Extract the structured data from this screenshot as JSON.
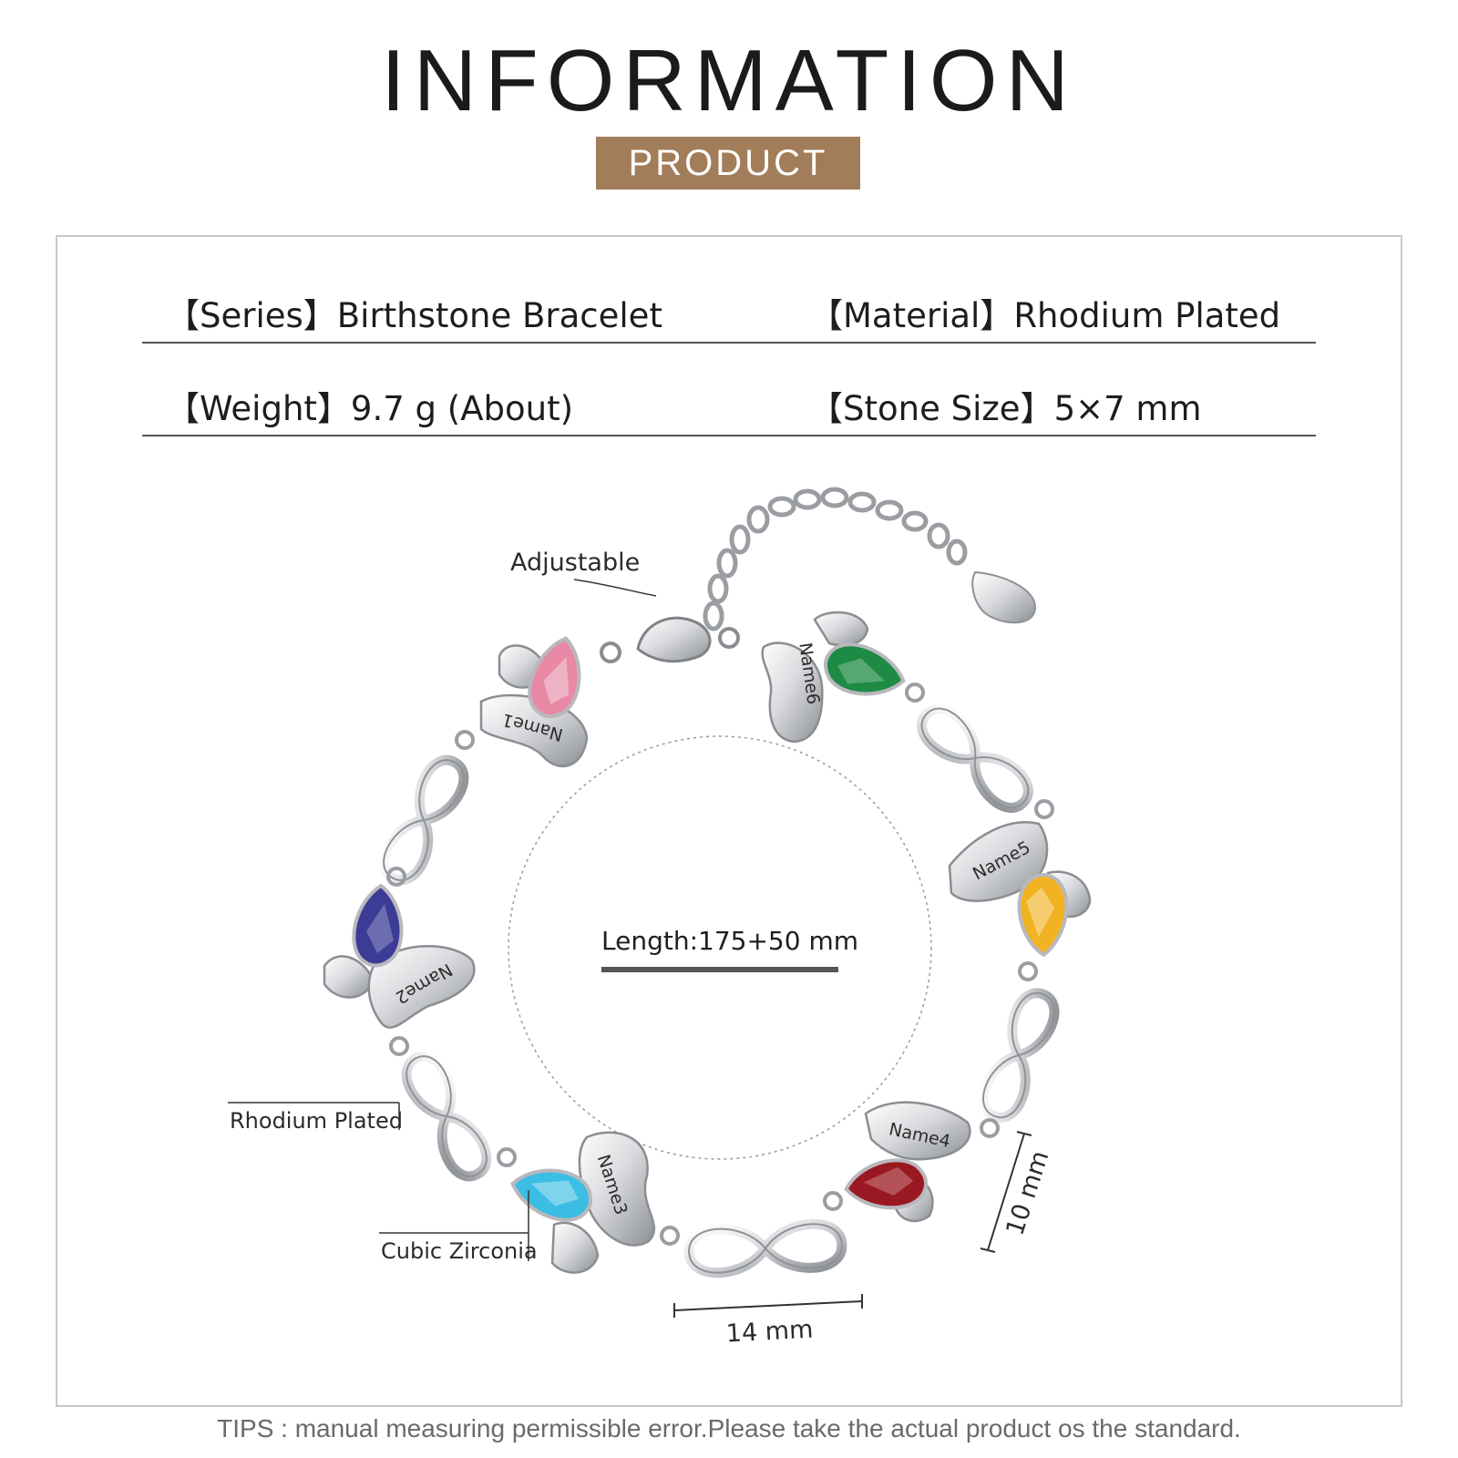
{
  "header": {
    "title": "INFORMATION",
    "badge": "PRODUCT"
  },
  "specs": [
    {
      "key": "【Series】",
      "value": "Birthstone Bracelet"
    },
    {
      "key": "【Material】",
      "value": "Rhodium Plated"
    },
    {
      "key": "【Weight】",
      "value": "9.7 g (About)"
    },
    {
      "key": "【Stone Size】",
      "value": "5×7 mm"
    }
  ],
  "annotations": {
    "adjustable": "Adjustable",
    "length": "Length:175+50 mm",
    "rhodium": "Rhodium Plated",
    "zirconia": "Cubic Zirconia",
    "width": "14 mm",
    "height": "10 mm"
  },
  "charms": [
    {
      "name": "Name1",
      "color": "#e889a6"
    },
    {
      "name": "Name2",
      "color": "#3b3c96"
    },
    {
      "name": "Name3",
      "color": "#3bbde4"
    },
    {
      "name": "Name4",
      "color": "#9a1822"
    },
    {
      "name": "Name5",
      "color": "#f2b322"
    },
    {
      "name": "Name6",
      "color": "#1e8b45"
    }
  ],
  "tips": "TIPS : manual measuring permissible error.Please take the actual product os the standard."
}
